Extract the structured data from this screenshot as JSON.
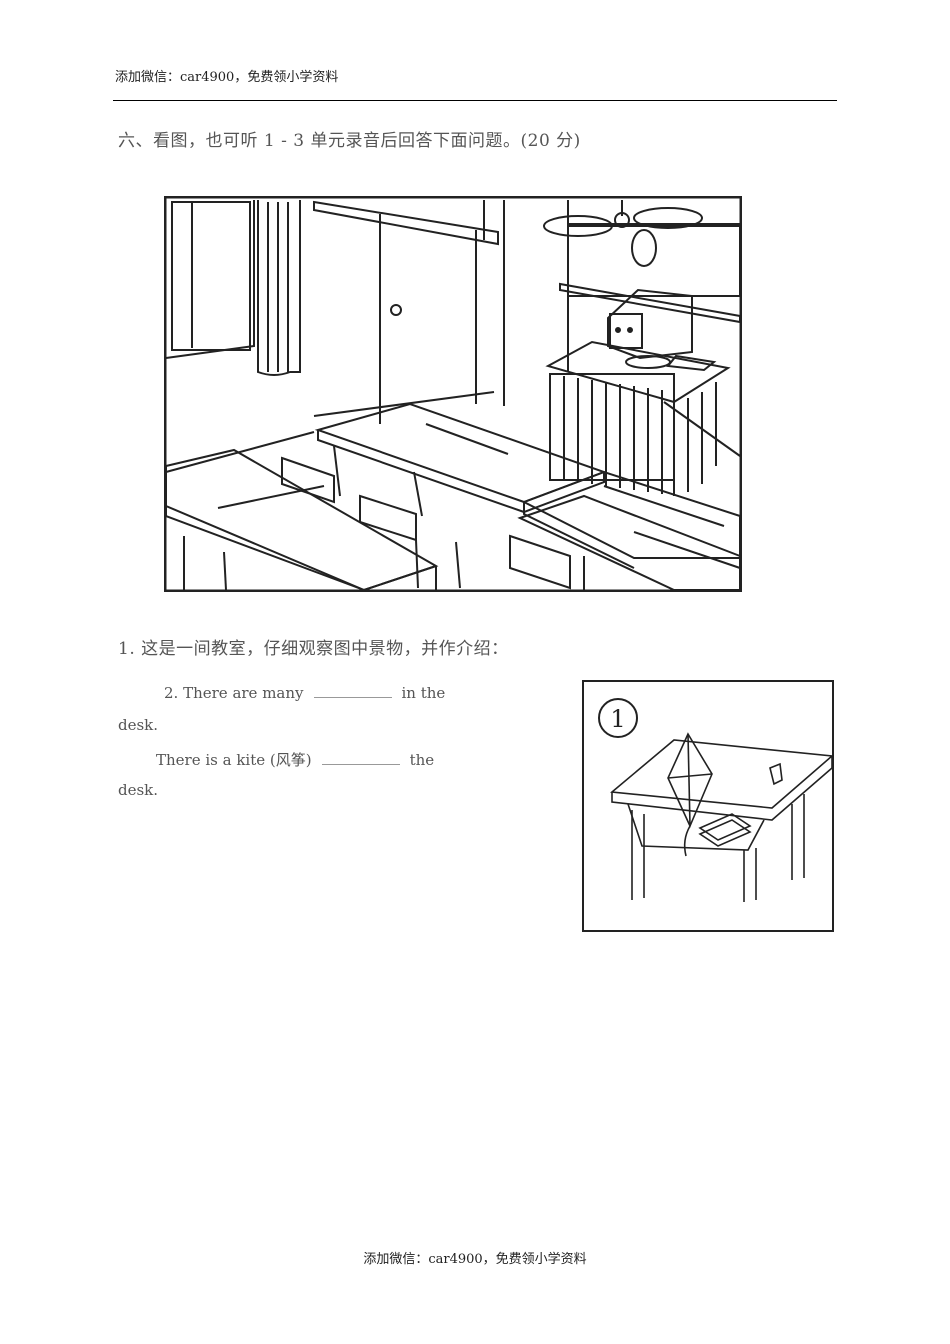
{
  "header": {
    "text": "添加微信：car4900，免费领小学资料"
  },
  "section": {
    "title": "六、看图，也可听 1 - 3 单元录音后回答下面问题。(20 分)"
  },
  "question1": {
    "text": "1. 这是一间教室，仔细观察图中景物，并作介绍："
  },
  "question2": {
    "line1_a": "2. There  are  many",
    "line1_b": "in  the",
    "line2": "desk.",
    "line3_a": "There  is  a  kite (风筝)",
    "line3_b": "the",
    "line4": "desk."
  },
  "figure": {
    "number": "1"
  },
  "footer": {
    "text": "添加微信：car4900，免费领小学资料"
  }
}
